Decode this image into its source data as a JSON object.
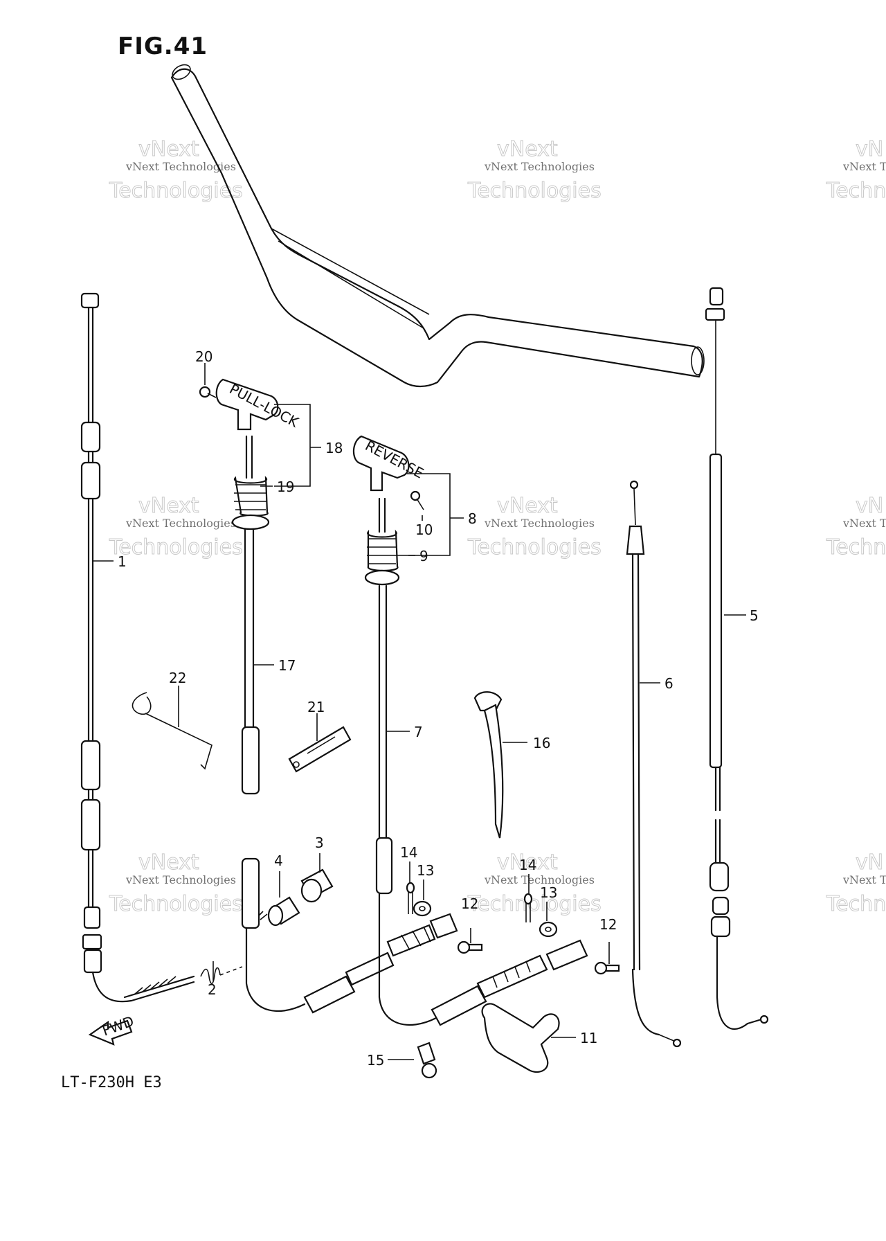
{
  "figure": {
    "title": "FIG.41",
    "model": "LT-F230H  E3",
    "fwd_label": "FWD"
  },
  "knobs": {
    "pull_lock_text": "PULL-LOCK",
    "reverse_text": "REVERSE"
  },
  "watermark": {
    "small": "vNext Technologies",
    "big_top": "vNext",
    "big_bottom": "Technologies",
    "partial_small": "vNext Techn",
    "partial_big_top": "vN",
    "partial_big_bottom": "Techn"
  },
  "callouts": {
    "c1": "1",
    "c2": "2",
    "c3": "3",
    "c4": "4",
    "c5": "5",
    "c6": "6",
    "c7": "7",
    "c8": "8",
    "c9": "9",
    "c10": "10",
    "c11": "11",
    "c12a": "12",
    "c12b": "12",
    "c13a": "13",
    "c13b": "13",
    "c14a": "14",
    "c14b": "14",
    "c15": "15",
    "c16": "16",
    "c17": "17",
    "c18": "18",
    "c19": "19",
    "c20": "20",
    "c21": "21",
    "c22": "22"
  }
}
